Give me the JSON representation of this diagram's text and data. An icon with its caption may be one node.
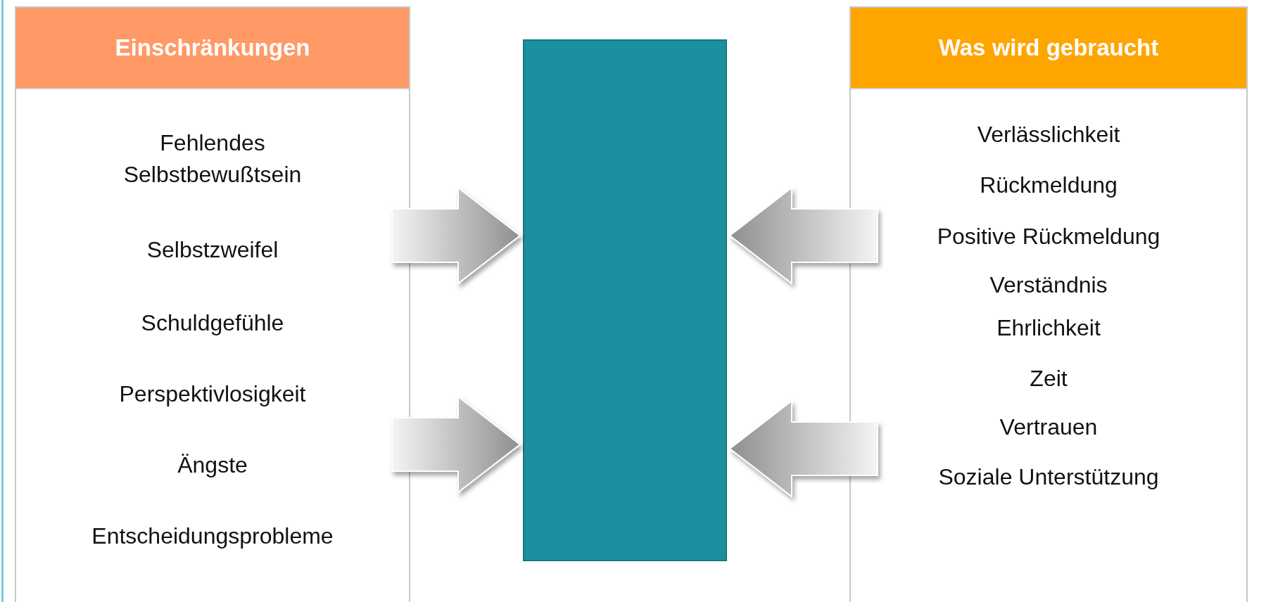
{
  "diagram": {
    "nodes": [
      {
        "text": [
          "Einschränkungen",
          "Fehlendes Selbstbewußtsein",
          "Selbstzweifel",
          "Schuldgefühle",
          "Perspektivlosigkeit",
          "Ängste",
          "Entscheidungsprobleme"
        ]
      },
      {
        "text": [],
        "shape": "box"
      },
      {
        "text": [
          "Was wird gebraucht",
          "Verlässlichkeit",
          "Rückmeldung",
          "Positive Rückmeldung",
          "Verständnis",
          "Ehrlichkeit",
          "Zeit",
          "Vertrauen",
          "Soziale Unterstützung"
        ]
      }
    ],
    "edges": [
      {
        "from": 0,
        "to": 1,
        "arrow": "to"
      },
      {
        "from": 0,
        "to": 1,
        "arrow": "to"
      },
      {
        "from": 2,
        "to": 1,
        "arrow": "to"
      },
      {
        "from": 2,
        "to": 1,
        "arrow": "to"
      }
    ]
  }
}
